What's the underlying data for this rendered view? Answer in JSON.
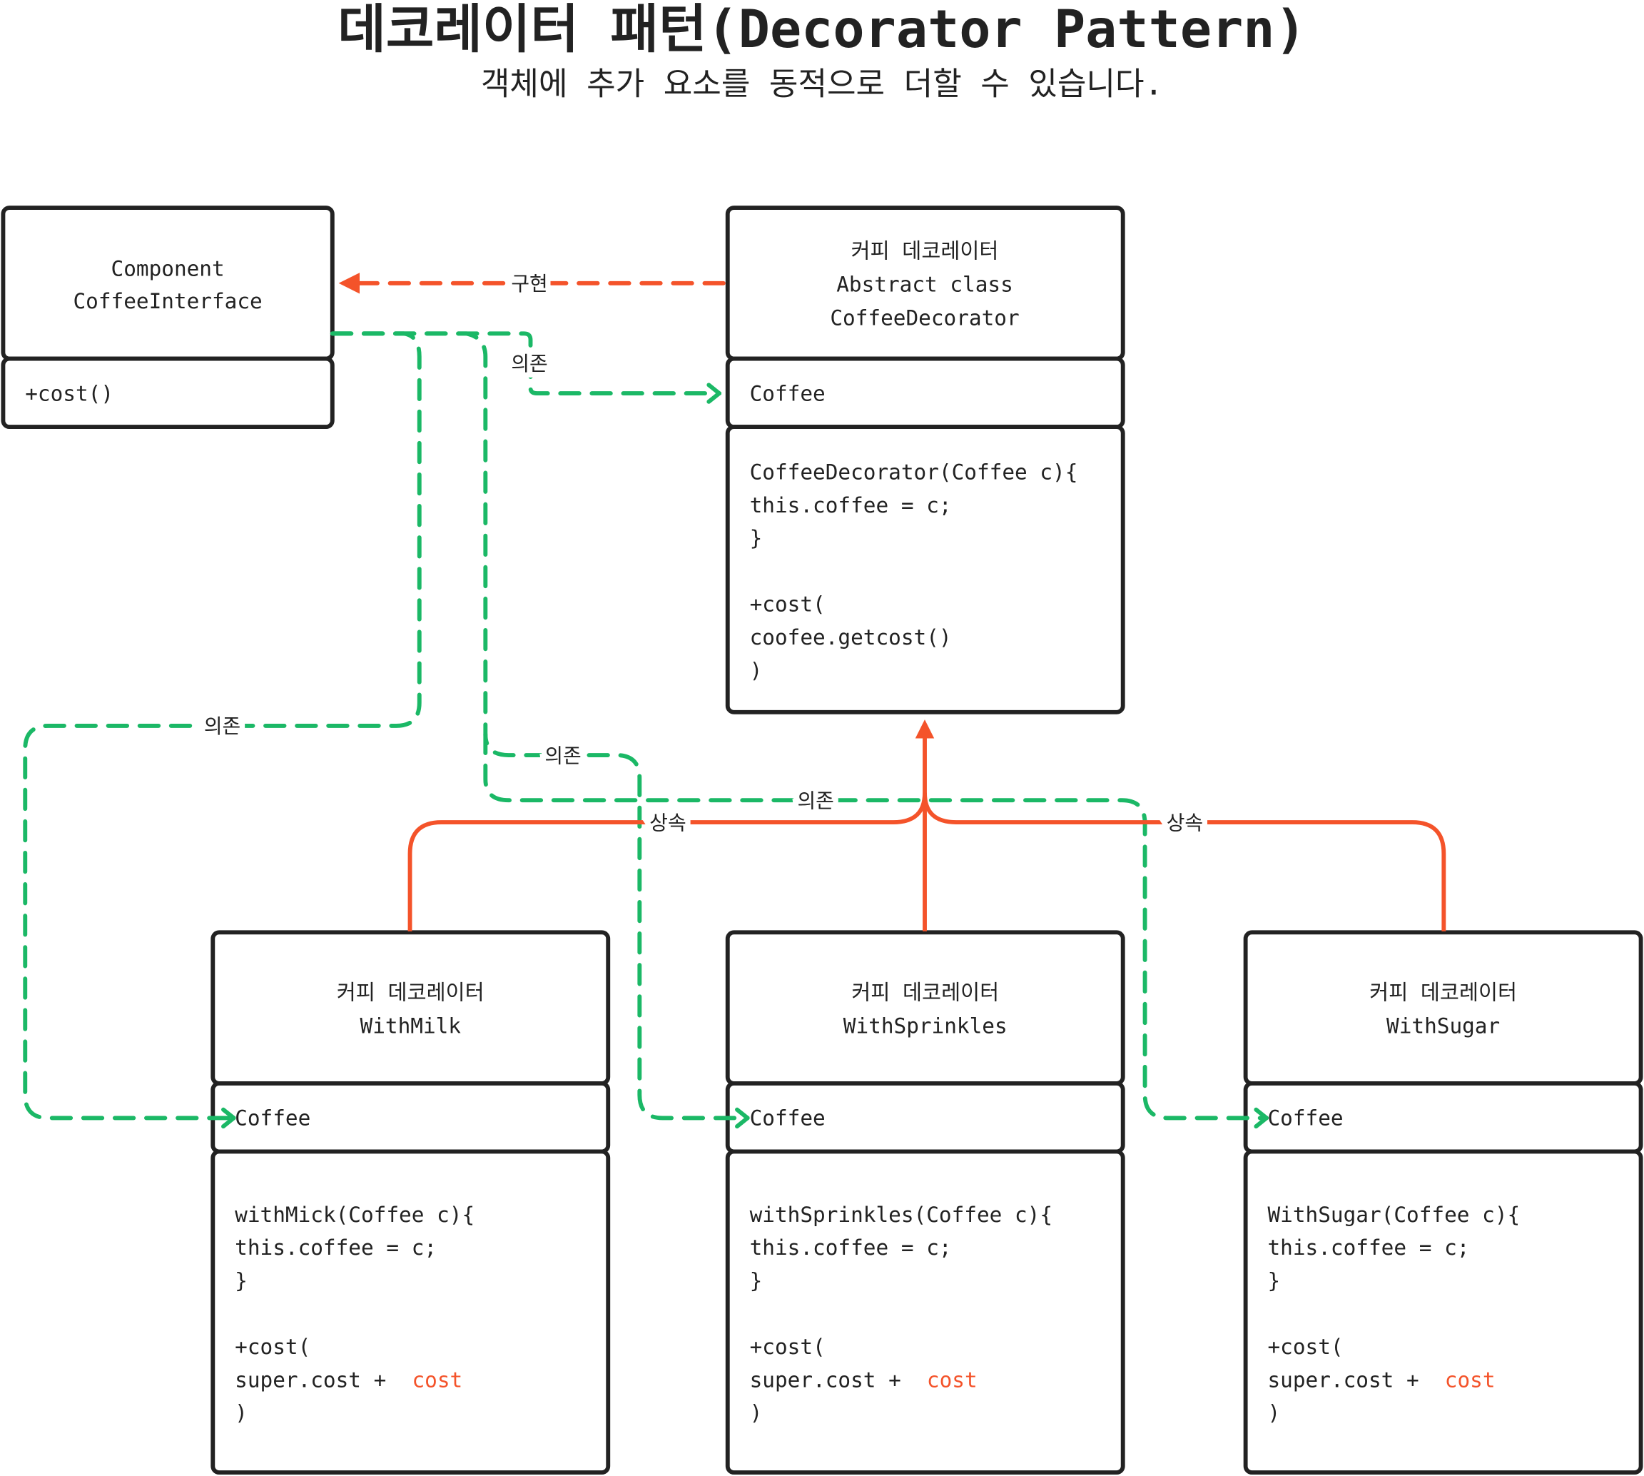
{
  "title": "데코레이터 패턴(Decorator Pattern)",
  "subtitle": "객체에 추가 요소를 동적으로 더할 수 있습니다.",
  "colors": {
    "line_dark": "#222222",
    "dependency": "#1bb866",
    "inheritance": "#f4532a"
  },
  "component": {
    "header": [
      "Component",
      "CoffeeInterface"
    ],
    "method": "+cost()"
  },
  "decorator": {
    "header": [
      "커피 데코레이터",
      "Abstract class",
      "CoffeeDecorator"
    ],
    "field": "Coffee",
    "body": [
      "CoffeeDecorator(Coffee c){",
      "   this.coffee = c;",
      "}",
      "",
      "+cost(",
      "coofee.getcost()",
      ")"
    ]
  },
  "concretes": [
    {
      "header": [
        "커피 데코레이터",
        "WithMilk"
      ],
      "field": "Coffee",
      "body": [
        "withMick(Coffee c){",
        "   this.coffee = c;",
        "}",
        "",
        "+cost(",
        "   super.cost +"
      ],
      "extra": "cost",
      "close": ")"
    },
    {
      "header": [
        "커피 데코레이터",
        "WithSprinkles"
      ],
      "field": "Coffee",
      "body": [
        "withSprinkles(Coffee c){",
        "   this.coffee = c;",
        "}",
        "",
        "+cost(",
        "   super.cost +"
      ],
      "extra": "cost",
      "close": ")"
    },
    {
      "header": [
        "커피 데코레이터",
        "WithSugar"
      ],
      "field": "Coffee",
      "body": [
        "WithSugar(Coffee c){",
        "   this.coffee = c;",
        "}",
        "",
        "+cost(",
        "   super.cost +"
      ],
      "extra": "cost",
      "close": ")"
    }
  ],
  "edges": {
    "implements": "구현",
    "dependency": "의존",
    "inherits": "상속"
  }
}
